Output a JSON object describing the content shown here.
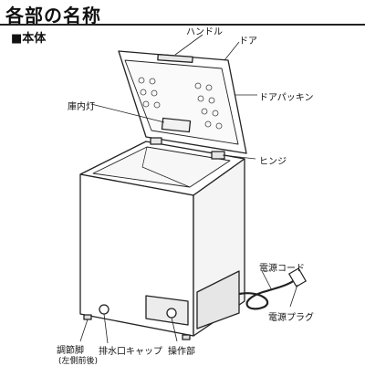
{
  "header": {
    "title": "各部の名称"
  },
  "section": {
    "label": "■本体"
  },
  "labels": {
    "handle": "ハンドル",
    "door": "ドア",
    "door_gasket": "ドアパッキン",
    "interior_light": "庫内灯",
    "hinge": "ヒンジ",
    "power_cord": "電源コード",
    "power_plug": "電源プラグ",
    "adjust_foot": "調節脚",
    "adjust_foot_note": "(左側前後)",
    "drain_cap": "排水口キャップ",
    "control_panel": "操作部"
  },
  "colors": {
    "line": "#222222",
    "fill": "#ffffff",
    "shade": "#e6e6e6"
  }
}
